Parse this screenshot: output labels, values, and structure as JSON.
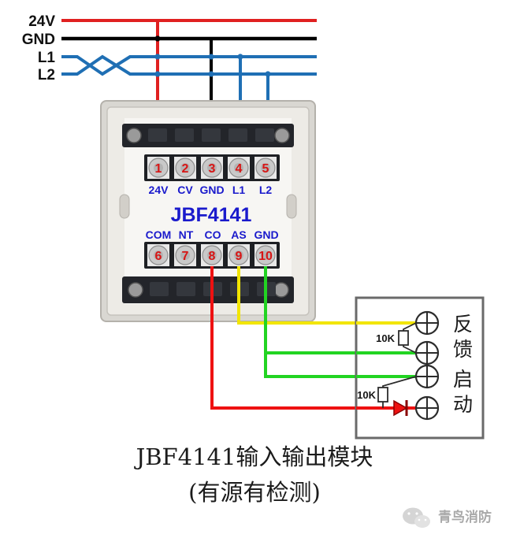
{
  "diagram": {
    "caption_line1": "JBF4141输入输出模块",
    "caption_line2": "(有源有检测)",
    "model": "JBF4141"
  },
  "bus": {
    "lines": [
      {
        "label": "24V",
        "color": "#e02020"
      },
      {
        "label": "GND",
        "color": "#000000"
      },
      {
        "label": "L1",
        "color": "#1f6fb4"
      },
      {
        "label": "L2",
        "color": "#1f6fb4"
      }
    ]
  },
  "module": {
    "top_terminals": [
      {
        "num": "1",
        "name": "24V"
      },
      {
        "num": "2",
        "name": "CV"
      },
      {
        "num": "3",
        "name": "GND"
      },
      {
        "num": "4",
        "name": "L1"
      },
      {
        "num": "5",
        "name": "L2"
      }
    ],
    "bottom_terminals": [
      {
        "num": "6",
        "name": "COM"
      },
      {
        "num": "7",
        "name": "NT"
      },
      {
        "num": "8",
        "name": "CO"
      },
      {
        "num": "9",
        "name": "AS"
      },
      {
        "num": "10",
        "name": "GND"
      }
    ]
  },
  "device_box": {
    "resistor_top_label": "10K",
    "resistor_bottom_label": "10K",
    "feedback_label": "反馈",
    "start_label": "启动"
  },
  "watermark": {
    "text": "青鸟消防"
  },
  "colors": {
    "red": "#e02020",
    "black": "#000000",
    "blue": "#1f6fb4",
    "yellow": "#f2e500",
    "green": "#22d422",
    "wire_red": "#ee1111"
  }
}
